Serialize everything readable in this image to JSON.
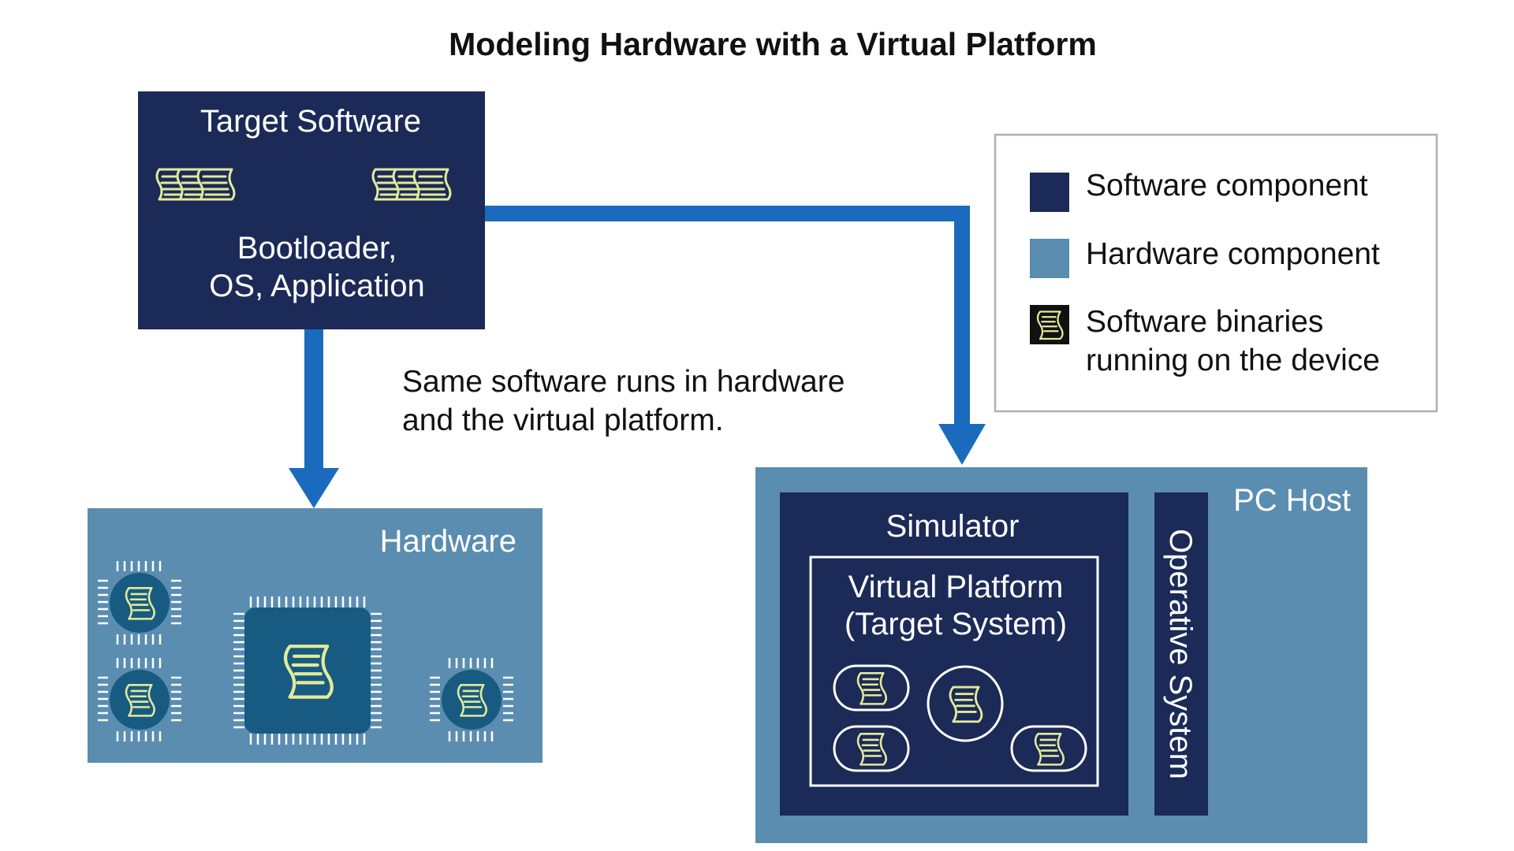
{
  "title": "Modeling Hardware with a Virtual Platform",
  "colors": {
    "software": "#1b2a57",
    "hardware": "#5a8db0",
    "chip_core": "#175b82",
    "arrow": "#1a6bbd",
    "binary_icon": "#e3ea9a",
    "legend_border": "#b0b0b0"
  },
  "target_software": {
    "title": "Target Software",
    "line1": "Bootloader,",
    "line2": "OS, Application",
    "icons": [
      "binaries-stack-icon",
      "binaries-stack-icon"
    ]
  },
  "annotation": {
    "line1": "Same software runs in hardware",
    "line2": "and the virtual platform."
  },
  "hardware": {
    "label": "Hardware",
    "icons": [
      "chip-icon",
      "chip-icon",
      "chip-icon",
      "chip-icon"
    ]
  },
  "pc_host": {
    "label": "PC Host",
    "simulator": "Simulator",
    "virtual_platform_line1": "Virtual Platform",
    "virtual_platform_line2": "(Target System)",
    "operative_system": "Operative System"
  },
  "legend": {
    "items": [
      {
        "label": "Software component",
        "icon": "software-swatch"
      },
      {
        "label": "Hardware component",
        "icon": "hardware-swatch"
      },
      {
        "label_line1": "Software binaries",
        "label_line2": "running on the device",
        "icon": "software-binary-icon"
      }
    ]
  }
}
